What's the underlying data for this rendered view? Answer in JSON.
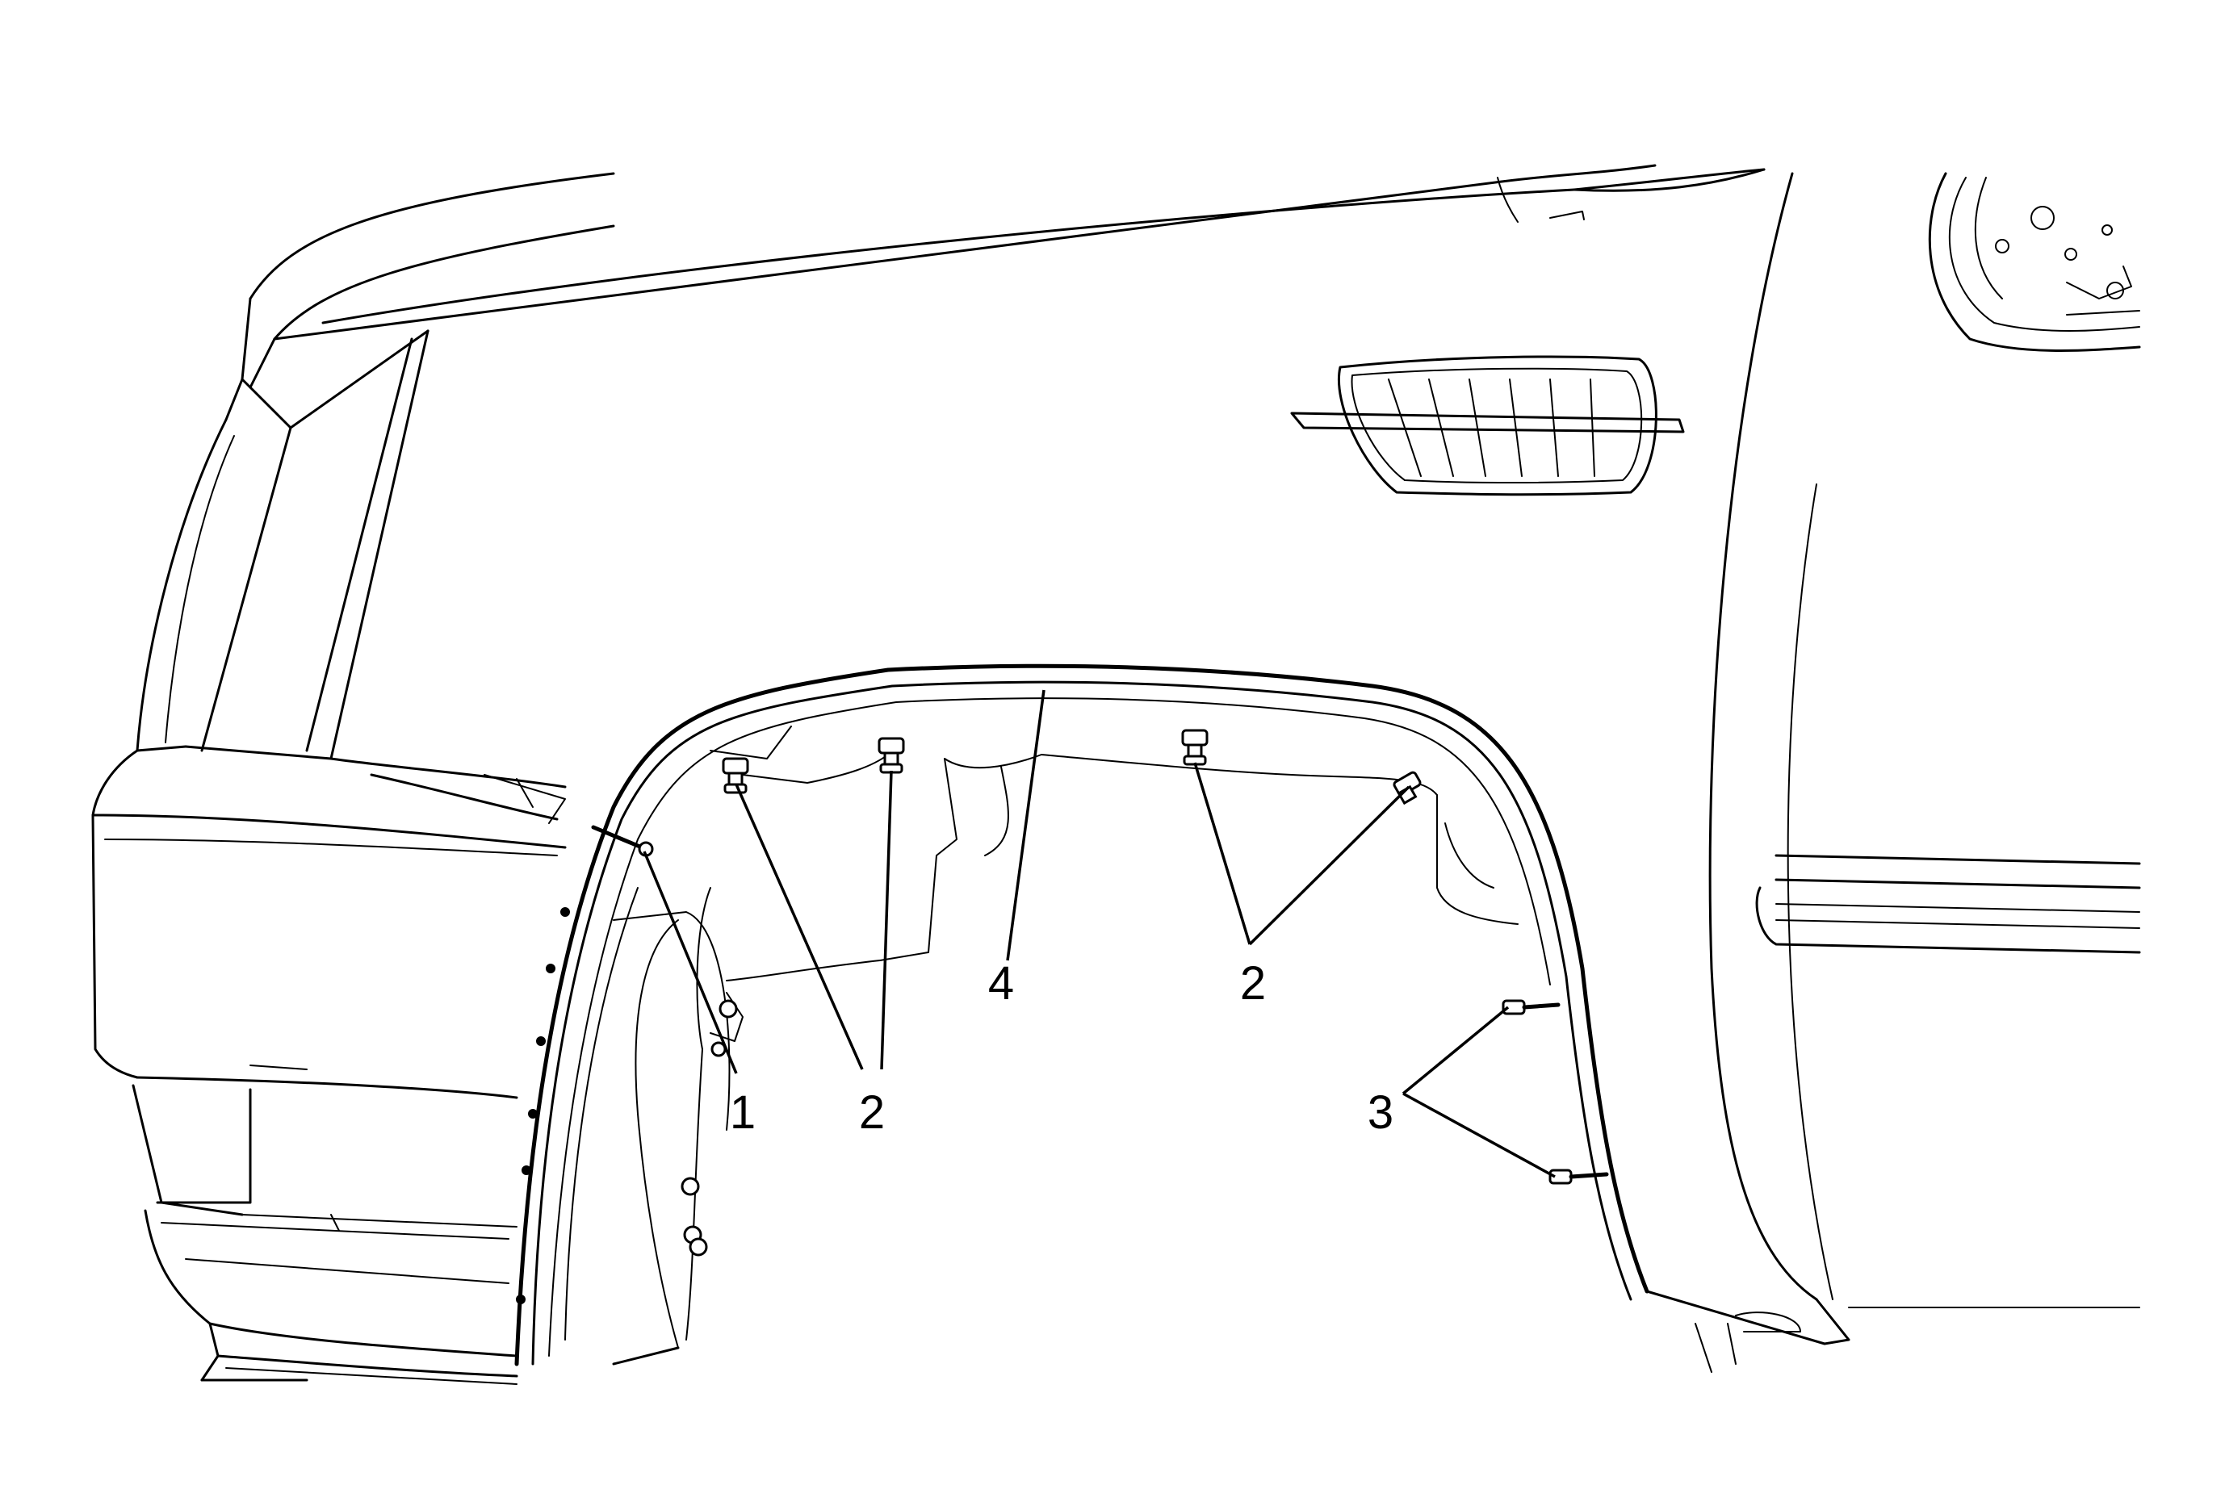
{
  "callouts": {
    "c1": "1",
    "c2a": "2",
    "c2b": "2",
    "c3": "3",
    "c4": "4"
  },
  "colors": {
    "line": "#000000",
    "background": "#ffffff"
  }
}
